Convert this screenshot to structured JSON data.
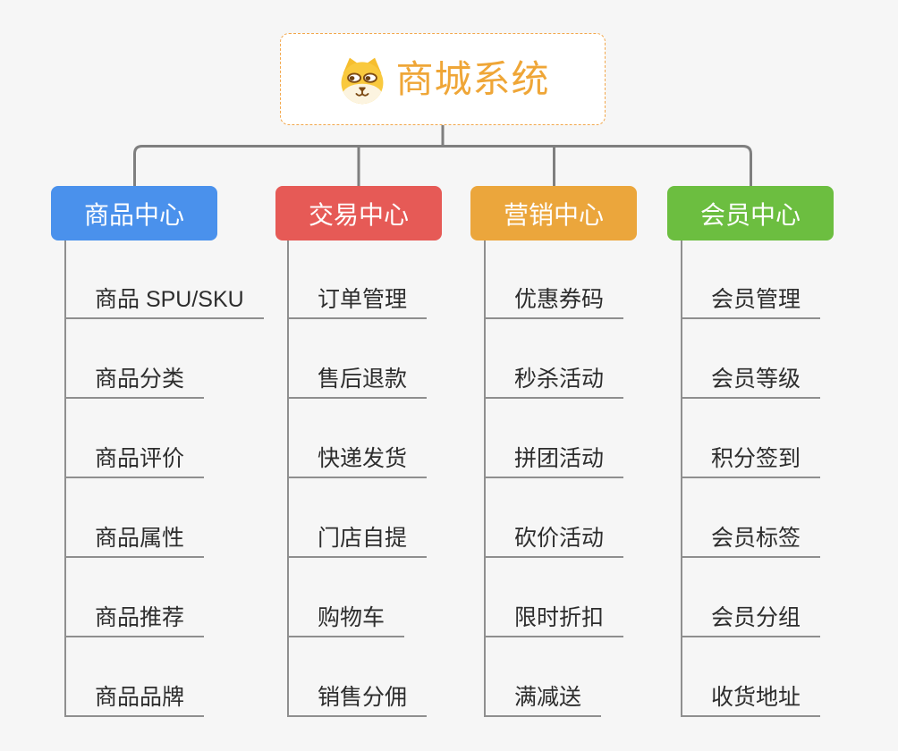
{
  "canvas": {
    "background_color": "#f6f6f6",
    "connector_color": "#7f7f7f",
    "underline_color": "#8f8f8f",
    "leaf_text_color": "#2d2d2d"
  },
  "root": {
    "title": "商城系统",
    "icon": "dog-face-icon",
    "text_color": "#efa637",
    "border_color": "#f2a74b"
  },
  "branches": [
    {
      "label": "商品中心",
      "color": "#4a91ec",
      "children": [
        "商品 SPU/SKU",
        "商品分类",
        "商品评价",
        "商品属性",
        "商品推荐",
        "商品品牌"
      ]
    },
    {
      "label": "交易中心",
      "color": "#e65a56",
      "children": [
        "订单管理",
        "售后退款",
        "快递发货",
        "门店自提",
        "购物车",
        "销售分佣"
      ]
    },
    {
      "label": "营销中心",
      "color": "#eba63c",
      "children": [
        "优惠券码",
        "秒杀活动",
        "拼团活动",
        "砍价活动",
        "限时折扣",
        "满减送"
      ]
    },
    {
      "label": "会员中心",
      "color": "#6cbe40",
      "children": [
        "会员管理",
        "会员等级",
        "积分签到",
        "会员标签",
        "会员分组",
        "收货地址"
      ]
    }
  ]
}
